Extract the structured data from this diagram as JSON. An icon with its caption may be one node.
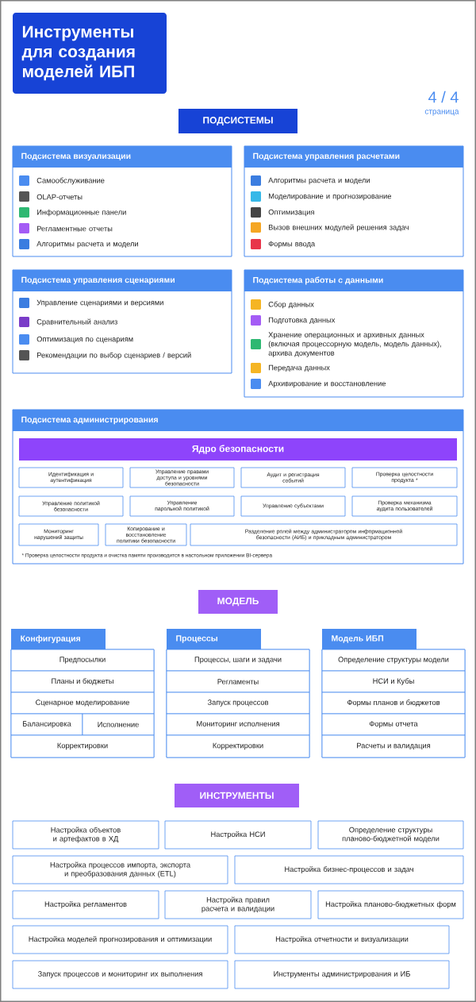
{
  "diagram": {
    "title": "Инструменты для создания моделей ИБП",
    "nodes": [
      {
        "text": [
          "ПОДСИСТЕМЫ"
        ]
      },
      {
        "text": [
          "Подсистема визуализации",
          "Самообслуживание",
          "OLAP-отчеты",
          "Информационные панели",
          "Регламентные отчеты",
          "Алгоритмы расчета и модели"
        ]
      },
      {
        "text": [
          "Подсистема управления расчетами",
          "Алгоритмы расчета и модели",
          "Моделирование и прогнозирование",
          "Оптимизация",
          "Вызов внешних модулей решения задач",
          "Формы ввода"
        ]
      },
      {
        "text": [
          "Подсистема управления сценариями",
          "Управление сценариями и версиями",
          "Сравнительный анализ",
          "Оптимизация по сценариям",
          "Рекомендации по выбор сценариев / версий"
        ]
      },
      {
        "text": [
          "Подсистема работы с данными",
          "Сбор данных",
          "Подготовка данных",
          "Хранение операционных и архивных данных (включая процессорную модель, модель данных), архива документов",
          "Передача данных",
          "Архивирование и восстановление"
        ]
      },
      {
        "text": [
          "Подсистема администрирования"
        ]
      },
      {
        "text": [
          "Ядро безопасности"
        ],
        "in": 5
      },
      {
        "text": [
          "Идентификация и аутентификация"
        ],
        "in": 5
      },
      {
        "text": [
          "Управление правами доступа и уровнями безопасности"
        ],
        "in": 5
      },
      {
        "text": [
          "Аудит и регистрация событий"
        ],
        "in": 5
      },
      {
        "text": [
          "Проверка целостности продукта *"
        ],
        "in": 5
      },
      {
        "text": [
          "Управление политикой безопасности"
        ],
        "in": 5
      },
      {
        "text": [
          "Управление парольной политикой"
        ],
        "in": 5
      },
      {
        "text": [
          "Управление субъектами"
        ],
        "in": 5
      },
      {
        "text": [
          "Проверка механизма аудита пользователей"
        ],
        "in": 5
      },
      {
        "text": [
          "Мониторинг нарушений защиты"
        ],
        "in": 5
      },
      {
        "text": [
          "Копирование и восстановление политики безопасности"
        ],
        "in": 5
      },
      {
        "text": [
          "Разделение ролей между администратором информационной безопасности (АИБ) и прикладным администратором"
        ],
        "in": 5
      },
      {
        "text": [
          "МОДЕЛЬ"
        ]
      },
      {
        "text": [
          "Конфигурация"
        ]
      },
      {
        "text": [
          "Предпосылки"
        ],
        "in": 19
      },
      {
        "text": [
          "Планы и бюджеты"
        ],
        "in": 19
      },
      {
        "text": [
          "Сценарное моделирование"
        ],
        "in": 19
      },
      {
        "text": [
          "Балансировка"
        ],
        "in": 19
      },
      {
        "text": [
          "Исполнение"
        ],
        "in": 19
      },
      {
        "text": [
          "Корректировки"
        ],
        "in": 19
      },
      {
        "text": [
          "Процессы"
        ]
      },
      {
        "text": [
          "Процессы, шаги и задачи"
        ],
        "in": 26
      },
      {
        "text": [
          "Регламенты"
        ],
        "in": 26
      },
      {
        "text": [
          "Запуск процессов"
        ],
        "in": 26
      },
      {
        "text": [
          "Мониторинг исполнения"
        ],
        "in": 26
      },
      {
        "text": [
          "Корректировки"
        ],
        "in": 26
      },
      {
        "text": [
          "Модель ИБП"
        ]
      },
      {
        "text": [
          "Определение структуры модели"
        ],
        "in": 32
      },
      {
        "text": [
          "НСИ и Кубы"
        ],
        "in": 32
      },
      {
        "text": [
          "Формы планов и бюджетов"
        ],
        "in": 32
      },
      {
        "text": [
          "Формы отчета"
        ],
        "in": 32
      },
      {
        "text": [
          "Расчеты и валидация"
        ],
        "in": 32
      },
      {
        "text": [
          "ИНСТРУМЕНТЫ"
        ]
      },
      {
        "text": [
          "Настройка объектов и артефактов в ХД"
        ]
      },
      {
        "text": [
          "Настройка НСИ"
        ]
      },
      {
        "text": [
          "Определение структуры планово-бюджетной модели"
        ]
      },
      {
        "text": [
          "Настройка процессов импорта, экспорта и преобразования данных (ETL)"
        ]
      },
      {
        "text": [
          "Настройка бизнес-процессов и задач"
        ]
      },
      {
        "text": [
          "Настройка регламентов"
        ]
      },
      {
        "text": [
          "Настройка правил расчета и валидации"
        ]
      },
      {
        "text": [
          "Настройка планово-бюджетных форм"
        ]
      },
      {
        "text": [
          "Настройка моделей прогнозирования и оптимизации"
        ]
      },
      {
        "text": [
          "Настройка отчетности и визуализации"
        ]
      },
      {
        "text": [
          "Запуск процессов и мониторинг их выполнения"
        ]
      },
      {
        "text": [
          "Инструменты администрирования и ИБ"
        ]
      }
    ],
    "labels": [
      "4 / 4",
      "страница",
      "* Проверка целостности продукта и очистка памяти производится в настольном приложении BI-сервера"
    ]
  }
}
